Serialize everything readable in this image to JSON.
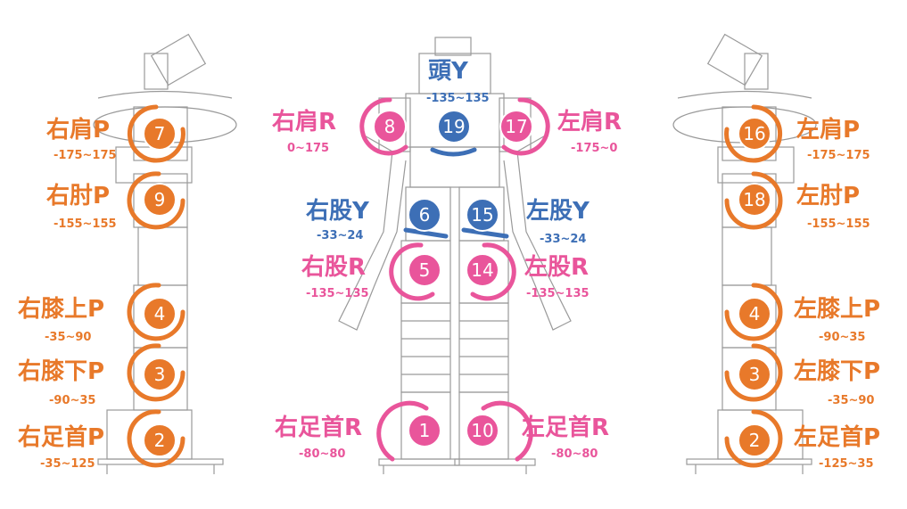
{
  "colors": {
    "orange": "#e8792a",
    "pink": "#e9559b",
    "blue": "#3d6fb6",
    "line": "#9a9a9a"
  },
  "left_view": [
    {
      "num": "7",
      "label": "右肩P",
      "range": "-175~175"
    },
    {
      "num": "9",
      "label": "右肘P",
      "range": "-155~155"
    },
    {
      "num": "4",
      "label": "右膝上P",
      "range": "-35~90"
    },
    {
      "num": "3",
      "label": "右膝下P",
      "range": "-90~35"
    },
    {
      "num": "2",
      "label": "右足首P",
      "range": "-35~125"
    }
  ],
  "right_view": [
    {
      "num": "16",
      "label": "左肩P",
      "range": "-175~175"
    },
    {
      "num": "18",
      "label": "左肘P",
      "range": "-155~155"
    },
    {
      "num": "4",
      "label": "左膝上P",
      "range": "-90~35"
    },
    {
      "num": "3",
      "label": "左膝下P",
      "range": "-35~90"
    },
    {
      "num": "2",
      "label": "左足首P",
      "range": "-125~35"
    }
  ],
  "front_view": {
    "head": {
      "num": "19",
      "label": "頭Y",
      "range": "-135~135"
    },
    "r_shoulder_r": {
      "num": "8",
      "label": "右肩R",
      "range": "0~175"
    },
    "l_shoulder_r": {
      "num": "17",
      "label": "左肩R",
      "range": "-175~0"
    },
    "r_hip_y": {
      "num": "6",
      "label": "右股Y",
      "range": "-33~24"
    },
    "l_hip_y": {
      "num": "15",
      "label": "左股Y",
      "range": "-33~24"
    },
    "r_hip_r": {
      "num": "5",
      "label": "右股R",
      "range": "-135~135"
    },
    "l_hip_r": {
      "num": "14",
      "label": "左股R",
      "range": "-135~135"
    },
    "r_ankle_r": {
      "num": "1",
      "label": "右足首R",
      "range": "-80~80"
    },
    "l_ankle_r": {
      "num": "10",
      "label": "左足首R",
      "range": "-80~80"
    }
  }
}
